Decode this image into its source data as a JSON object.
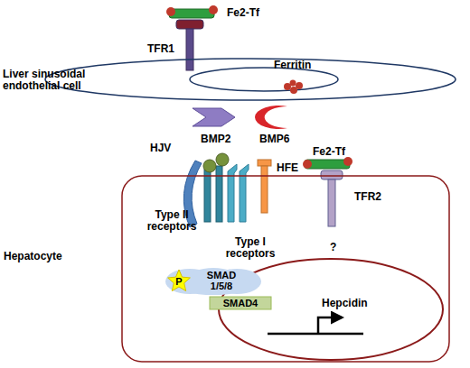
{
  "diagram": {
    "nodes": [
      {
        "text": [
          "Liver sinusoidal endothelial cell"
        ]
      },
      {
        "text": [
          "Hepatocyte"
        ]
      },
      {
        "text": [
          "SMAD 1/5/8"
        ],
        "in": 1
      },
      {
        "text": [
          "P"
        ],
        "in": 2
      },
      {
        "text": [
          "SMAD4"
        ],
        "in": 1
      }
    ],
    "labels": [
      "Fe2-Tf",
      "TFR1",
      "Ferritin",
      "BMP2",
      "BMP6",
      "HJV",
      "Type II receptors",
      "Type I receptors",
      "HFE",
      "Fe2-Tf",
      "TFR2",
      "?",
      "Hepcidin"
    ]
  }
}
